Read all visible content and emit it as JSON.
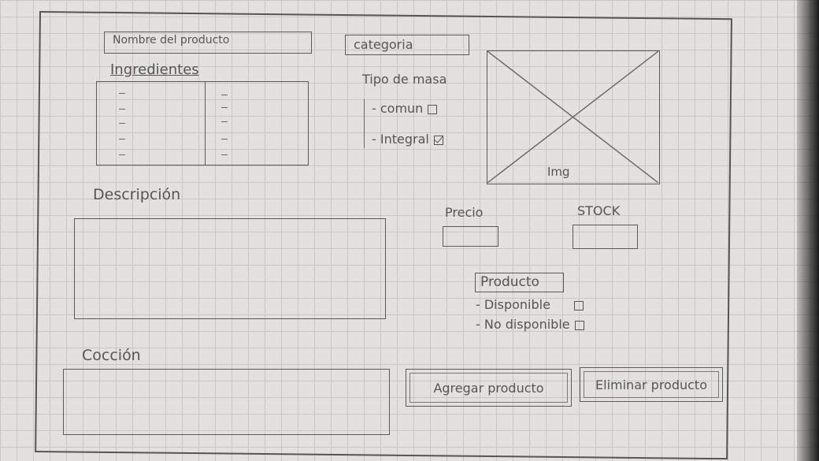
{
  "form": {
    "nombre_placeholder": "Nombre del producto",
    "categoria_placeholder": "categoria",
    "ingredientes_label": "Ingredientes",
    "tipo_masa_label": "Tipo de masa",
    "tipo_masa_options": [
      {
        "label": "- comun",
        "checked": false
      },
      {
        "label": "- Integral",
        "checked": true
      }
    ],
    "image_label": "Img",
    "descripcion_label": "Descripción",
    "precio_label": "Precio",
    "stock_label": "STOCK",
    "producto_label": "Producto",
    "producto_options": [
      {
        "label": "- Disponible",
        "checked": false
      },
      {
        "label": "- No disponible",
        "checked": false
      }
    ],
    "coccion_label": "Cocción",
    "agregar_button": "Agregar producto",
    "eliminar_button": "Eliminar producto"
  }
}
